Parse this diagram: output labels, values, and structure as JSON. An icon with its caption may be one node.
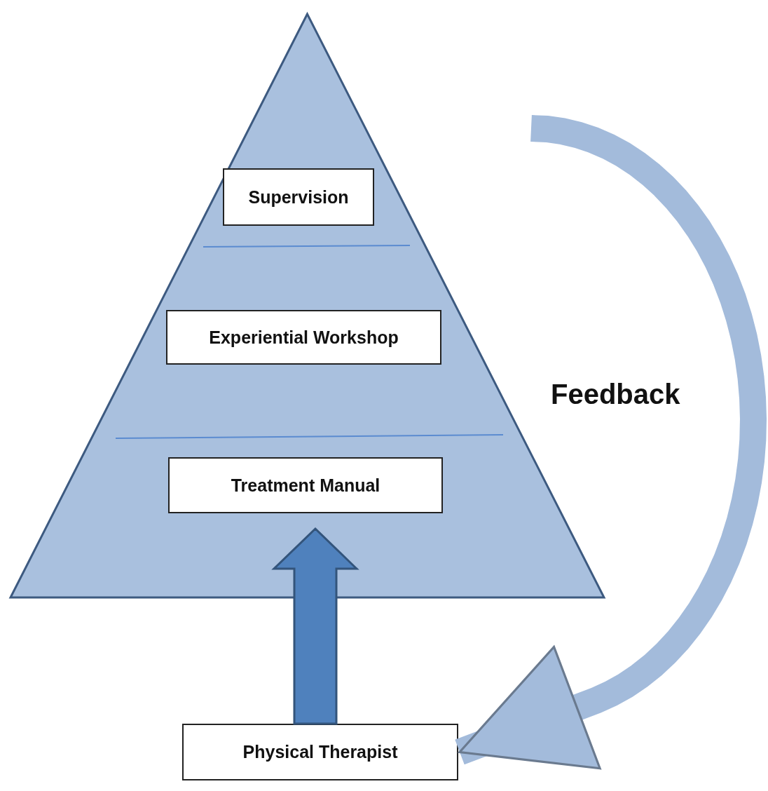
{
  "diagram": {
    "nodes": [
      {
        "text": [],
        "shape": "triangle"
      },
      {
        "text": [
          "Supervision"
        ],
        "in": 0
      },
      {
        "text": [
          "Experiential Workshop"
        ],
        "in": 0
      },
      {
        "text": [
          "Treatment Manual"
        ],
        "in": 0
      },
      {
        "text": [
          "Physical Therapist"
        ]
      }
    ],
    "edges": [
      {
        "from": 4,
        "to": 3,
        "arrow": "to",
        "color": "#4f81bd"
      },
      {
        "from": null,
        "to": 4,
        "arrow": "to",
        "label": "Feedback",
        "color": "#a3bbdb"
      }
    ]
  }
}
